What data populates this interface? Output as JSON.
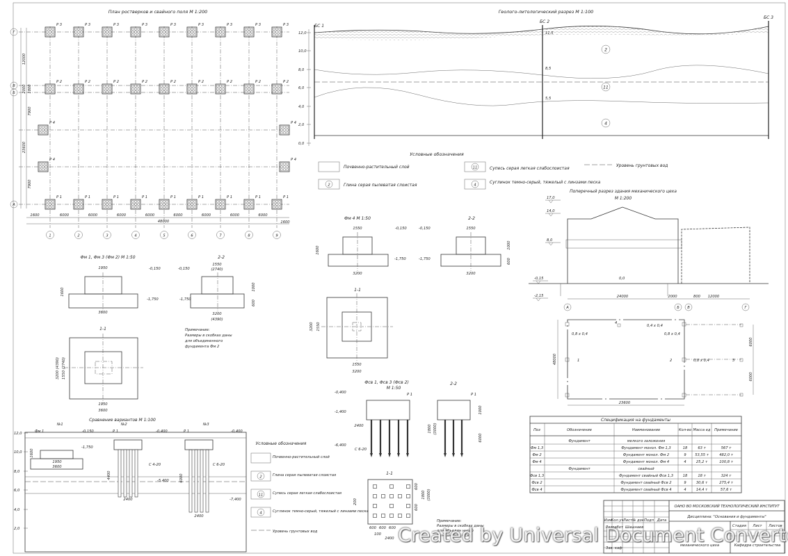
{
  "plan": {
    "title": "План ростверков и свайного поля М 1:200",
    "axis_letters": [
      "Г",
      "В",
      "Б",
      "А"
    ],
    "axis_numbers": [
      "1",
      "2",
      "3",
      "4",
      "5",
      "6",
      "7",
      "8",
      "9"
    ],
    "dim_span": "6000",
    "dim_edge": "1600",
    "dim_total": "48000",
    "dims_left": [
      "12000",
      "2000",
      "7900",
      "23600",
      "7900",
      "1800"
    ],
    "row_labels": {
      "top": "Р 3",
      "second": "Р 2",
      "side": "Р 4",
      "bottom": "Р 1"
    }
  },
  "section": {
    "title": "Геолого-литологический разрез М 1:100",
    "boreholes": [
      "БС 1",
      "БС 2",
      "БС 3"
    ],
    "scale_marks": [
      "12,0",
      "10,0",
      "8,0",
      "6,0",
      "4,0",
      "2,0",
      "0,0"
    ],
    "depths": [
      "11,5",
      "8,5",
      "5,5"
    ],
    "layer_numbers": [
      "2",
      "11",
      "4"
    ]
  },
  "legend": {
    "title": "Условные обозначения",
    "items": [
      "Почвенно-растительный слой",
      "Глина серая пылеватая слоистая",
      "Супесь серая легкая слабослоистая",
      "Суглинок темно-серый, тяжелый с линзами песка",
      "Уровень грунтовых вод"
    ],
    "numbers": [
      "2",
      "11",
      "4"
    ]
  },
  "fm1": {
    "title": "Фм 1, Фм 3 (Фм 2) М 1:50",
    "cut": "2-2",
    "cut2": "1-1",
    "levels": [
      "-0,150",
      "-0,150",
      "-1,750",
      "-1,750"
    ],
    "dims": [
      "1950",
      "3600",
      "1550",
      "(2740)",
      "3200",
      "(4390)",
      "1600",
      "1000",
      "600",
      "3200 (4390)",
      "1550 (2740)",
      "1950",
      "3600"
    ],
    "note": [
      "Примечание:",
      "Размеры в скобках даны",
      "для объединенного",
      "фундамента Фм 2"
    ]
  },
  "fm4": {
    "title": "Фм 4 М 1:50",
    "cut": "2-2",
    "cut2": "1-1",
    "levels": [
      "-0,150",
      "-0,150",
      "-1,750",
      "-1,750"
    ],
    "dims": [
      "1550",
      "3200",
      "1550",
      "3200",
      "1600",
      "1000",
      "600",
      "3200",
      "1550",
      "1550",
      "3200"
    ]
  },
  "fsv": {
    "title": "Фсв 1, Фсв 3 (Фсв 2)",
    "scale": "М 1:50",
    "cut": "2-2",
    "cut2": "1-1",
    "rostverk": "Р 1",
    "levels": [
      "-0,400",
      "-1,400",
      "-6,400"
    ],
    "pile": "С 6-20",
    "dims": [
      "2400",
      "1800",
      "(3000)",
      "1000",
      "6000",
      "200",
      "600",
      "600",
      "600",
      "100",
      "2400",
      "600",
      "600",
      "1800",
      "(3000)"
    ],
    "note": [
      "Примечание:",
      "Размеры в скобках даны",
      "для объедин нного",
      "фундамента Фсв 2"
    ]
  },
  "building": {
    "title": "Поперечный разрез здания механического цеха",
    "scale": "М 1:200",
    "levels": [
      "17,0",
      "14,0",
      "8,0",
      "-0,15",
      "-2,15",
      "0,0"
    ],
    "axes": [
      "А",
      "Б",
      "В",
      "Г"
    ],
    "dims": [
      "24000",
      "2000",
      "800",
      "12000"
    ]
  },
  "outline": {
    "marks": [
      "4",
      "0,4 x 0,4",
      "0,8 x 0,4",
      "0,8 x 0,4",
      "1",
      "2",
      "0,8 x 0,4",
      "3"
    ],
    "dims": [
      "48000",
      "23600",
      "6000",
      "6000"
    ]
  },
  "compare": {
    "title": "Сравнение вариантов М 1:100",
    "variants": [
      "№1",
      "№2",
      "№3"
    ],
    "labels": [
      "Фм 1",
      "Р 1",
      "Р 1",
      "С 4-20",
      "С 6-20"
    ],
    "levels": [
      "-0,150",
      "-1,750",
      "-0,400",
      "-0,400",
      "-5,400",
      "-7,400"
    ],
    "scale_marks": [
      "12,0",
      "10,0",
      "8,0",
      "6,0",
      "4,0",
      "2,0"
    ],
    "dims": [
      "1950",
      "3600",
      "2400",
      "2400",
      "1600",
      "4400",
      "6000"
    ]
  },
  "spec": {
    "title": "Спецификация на фундаменты",
    "headers": [
      "Поз",
      "Обозначение",
      "Наименование",
      "Кол-во",
      "Масса ед",
      "Примечание"
    ],
    "groups": [
      "Фундамент",
      "мелкого заложения",
      "Фундамент",
      "свайный"
    ],
    "rows": [
      [
        "Фм 1,3",
        "",
        "Фундамент монол. Фм 1,3",
        "18",
        "63 т",
        "567 т"
      ],
      [
        "Фм 2",
        "",
        "Фундамент монол. Фм 2",
        "9",
        "53,55 т",
        "482,0 т"
      ],
      [
        "Фм 4",
        "",
        "Фундамент монол. Фм 4",
        "4",
        "25,2 т",
        "100,8 т"
      ],
      [
        "Фсв 1,3",
        "",
        "Фундамент свайный Фсв 1,3",
        "18",
        "18 т",
        "324 т"
      ],
      [
        "Фсв 2",
        "",
        "Фундамент свайный Фсв 2",
        "9",
        "30,6 т",
        "275,4 т"
      ],
      [
        "Фсв 4",
        "",
        "Фундамент свайный Фсв 4",
        "4",
        "14,4 т",
        "57,6 т"
      ]
    ]
  },
  "stamp": {
    "org": "ОАНО ВО МОСКОВСКИЙ ТЕХНОЛОГИЧЕСКИЙ ИНСТИТУТ",
    "subject": "Дисциплина: \"Основания и фундаменты\"",
    "building": "механического цеха",
    "cols": [
      "Изм",
      "Кол.уч",
      "Лист",
      "№ док",
      "Подп",
      "Дата"
    ],
    "roles": [
      "Разработ",
      "Зав. каф"
    ],
    "surname": "Шашнаев",
    "sheet_headers": [
      "Стадия",
      "Лист",
      "Листов"
    ],
    "dept": "Кафедра строительства"
  },
  "watermark": "Created by Universal Document Converter"
}
